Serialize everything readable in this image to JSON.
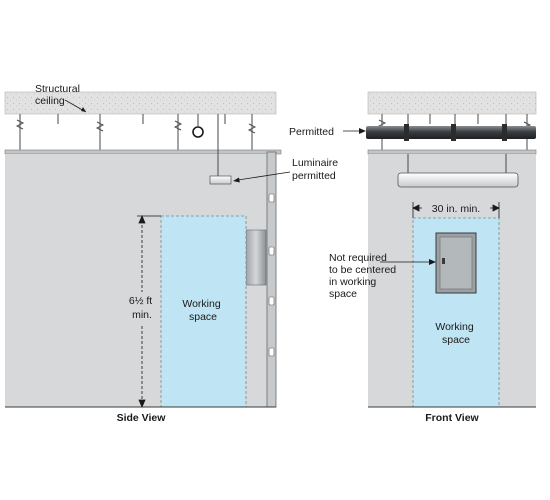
{
  "labels": {
    "structural_ceiling": [
      "Structural",
      "ceiling"
    ],
    "permitted": "Permitted",
    "luminaire": [
      "Luminaire",
      "permitted"
    ],
    "height": [
      "6½ ft",
      "min."
    ],
    "working_space": [
      "Working",
      "space"
    ],
    "width": "30 in. min.",
    "not_centered": [
      "Not required",
      "to be centered",
      "in working",
      "space"
    ],
    "side_view": "Side View",
    "front_view": "Front View"
  },
  "colors": {
    "wall": "#d6d8d9",
    "working_space": "#bfe4f3",
    "ceiling": "#e4e4e4",
    "panel": "#9aa0a4",
    "pipe": "#4a4d50",
    "outline": "#3a3a3a"
  }
}
